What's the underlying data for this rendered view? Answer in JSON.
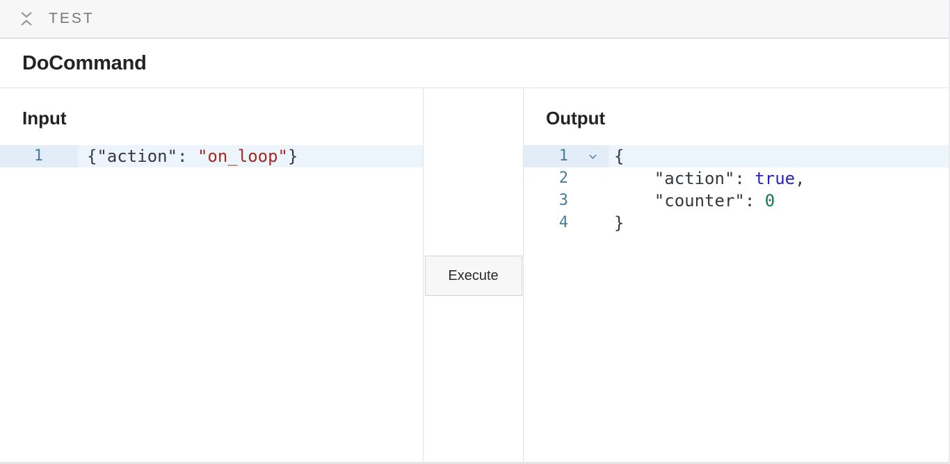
{
  "top_bar": {
    "label": "TEST",
    "collapse_icon": "collapse-vertical-icon"
  },
  "header": {
    "title": "DoCommand"
  },
  "controls": {
    "execute_label": "Execute"
  },
  "input_panel": {
    "heading": "Input",
    "editor": {
      "has_fold_gutter": false,
      "lines": [
        {
          "number": "1",
          "active": true,
          "tokens": [
            {
              "text": "{\"action\": ",
              "style": "plain"
            },
            {
              "text": "\"on_loop\"",
              "style": "string"
            },
            {
              "text": "}",
              "style": "plain"
            }
          ]
        }
      ]
    }
  },
  "output_panel": {
    "heading": "Output",
    "editor": {
      "has_fold_gutter": true,
      "lines": [
        {
          "number": "1",
          "active": true,
          "foldable": true,
          "tokens": [
            {
              "text": "{",
              "style": "plain"
            }
          ]
        },
        {
          "number": "2",
          "tokens": [
            {
              "text": "    \"action\": ",
              "style": "plain"
            },
            {
              "text": "true",
              "style": "boolean"
            },
            {
              "text": ",",
              "style": "plain"
            }
          ]
        },
        {
          "number": "3",
          "tokens": [
            {
              "text": "    \"counter\": ",
              "style": "plain"
            },
            {
              "text": "0",
              "style": "number"
            }
          ]
        },
        {
          "number": "4",
          "tokens": [
            {
              "text": "}",
              "style": "plain"
            }
          ]
        }
      ]
    }
  },
  "colors": {
    "top_bar_bg": "#f7f7f8",
    "border": "#e2e2e5",
    "line_number": "#477d9b",
    "active_line_bg": "#edf5fc",
    "active_gutter_bg": "#e2edf7",
    "code_plain": "#33393e",
    "code_string": "#a5291f",
    "code_boolean": "#2822c2",
    "code_number": "#14784b"
  }
}
